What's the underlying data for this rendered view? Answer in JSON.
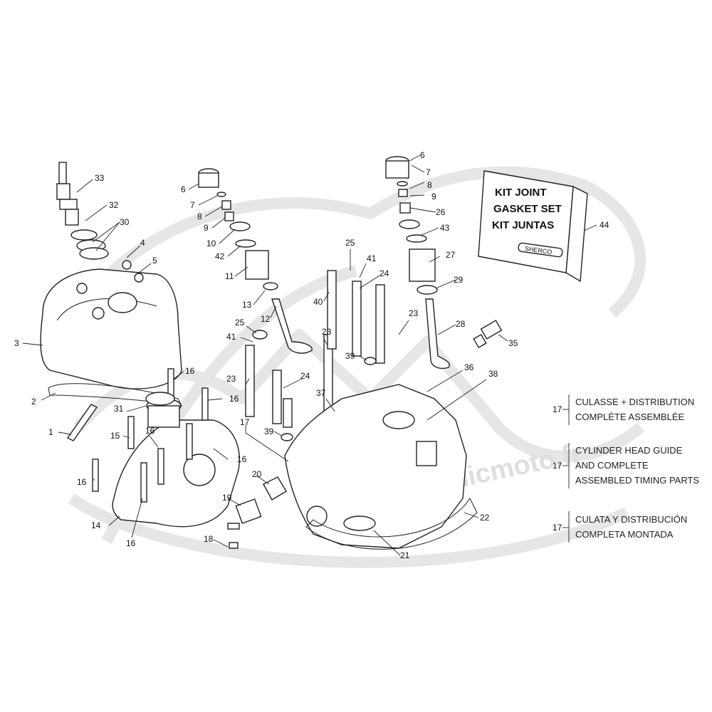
{
  "watermark": {
    "text": "www.atomicmoto.fr",
    "logo": "atomicmoto-logo"
  },
  "callouts": [
    {
      "n": "1",
      "num": "1"
    },
    {
      "n": "2",
      "num": "2"
    },
    {
      "n": "3",
      "num": "3"
    },
    {
      "n": "4",
      "num": "4"
    },
    {
      "n": "5",
      "num": "5"
    },
    {
      "n": "6a",
      "num": "6"
    },
    {
      "n": "6b",
      "num": "6"
    },
    {
      "n": "7a",
      "num": "7"
    },
    {
      "n": "7b",
      "num": "7"
    },
    {
      "n": "8a",
      "num": "8"
    },
    {
      "n": "8b",
      "num": "8"
    },
    {
      "n": "9a",
      "num": "9"
    },
    {
      "n": "9b",
      "num": "9"
    },
    {
      "n": "10",
      "num": "10"
    },
    {
      "n": "11",
      "num": "11"
    },
    {
      "n": "12",
      "num": "12"
    },
    {
      "n": "13",
      "num": "13"
    },
    {
      "n": "14",
      "num": "14"
    },
    {
      "n": "15",
      "num": "15"
    },
    {
      "n": "16a",
      "num": "16"
    },
    {
      "n": "16b",
      "num": "16"
    },
    {
      "n": "16c",
      "num": "16"
    },
    {
      "n": "16d",
      "num": "16"
    },
    {
      "n": "16e",
      "num": "16"
    },
    {
      "n": "16f",
      "num": "16"
    },
    {
      "n": "17",
      "num": "17"
    },
    {
      "n": "18",
      "num": "18"
    },
    {
      "n": "19",
      "num": "19"
    },
    {
      "n": "20",
      "num": "20"
    },
    {
      "n": "21",
      "num": "21"
    },
    {
      "n": "22",
      "num": "22"
    },
    {
      "n": "23a",
      "num": "23"
    },
    {
      "n": "23b",
      "num": "23"
    },
    {
      "n": "23c",
      "num": "23"
    },
    {
      "n": "24a",
      "num": "24"
    },
    {
      "n": "24b",
      "num": "24"
    },
    {
      "n": "25a",
      "num": "25"
    },
    {
      "n": "25b",
      "num": "25"
    },
    {
      "n": "26",
      "num": "26"
    },
    {
      "n": "27",
      "num": "27"
    },
    {
      "n": "28",
      "num": "28"
    },
    {
      "n": "29",
      "num": "29"
    },
    {
      "n": "30",
      "num": "30"
    },
    {
      "n": "31",
      "num": "31"
    },
    {
      "n": "32",
      "num": "32"
    },
    {
      "n": "33",
      "num": "33"
    },
    {
      "n": "35",
      "num": "35"
    },
    {
      "n": "36",
      "num": "36"
    },
    {
      "n": "37",
      "num": "37"
    },
    {
      "n": "38",
      "num": "38"
    },
    {
      "n": "39a",
      "num": "39"
    },
    {
      "n": "39b",
      "num": "39"
    },
    {
      "n": "40",
      "num": "40"
    },
    {
      "n": "41a",
      "num": "41"
    },
    {
      "n": "41b",
      "num": "41"
    },
    {
      "n": "42",
      "num": "42"
    },
    {
      "n": "43",
      "num": "43"
    },
    {
      "n": "44",
      "num": "44"
    }
  ],
  "kit_box": {
    "line1": "KIT JOINT",
    "line2": "GASKET SET",
    "line3": "KIT JUNTAS",
    "logo": "SHERCO",
    "ref": "44"
  },
  "legend": [
    {
      "ref": "17",
      "line1": "CULASSE + DISTRIBUTION",
      "line2": "COMPLÈTE ASSEMBLÉE",
      "line3": ""
    },
    {
      "ref": "17",
      "line1": "CYLINDER HEAD GUIDE",
      "line2": "AND COMPLETE",
      "line3": "ASSEMBLED TIMING PARTS"
    },
    {
      "ref": "17",
      "line1": "CULATA Y DISTRIBUCIÓN",
      "line2": "COMPLETA MONTADA",
      "line3": ""
    }
  ]
}
